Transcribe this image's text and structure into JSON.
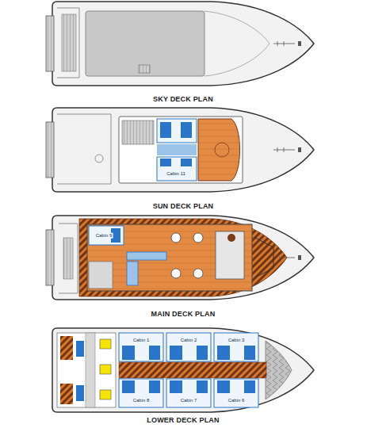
{
  "diagram": {
    "labels": [
      "SKY DECK PLAN",
      "Cabin 11",
      "SUN DECK PLAN",
      "Cabin 9",
      "MAIN DECK PLAN",
      "Cabin 1",
      "Cabin 2",
      "Cabin 3",
      "Cabin 8",
      "Cabin 7",
      "Cabin 6",
      "LOWER DECK PLAN"
    ]
  }
}
